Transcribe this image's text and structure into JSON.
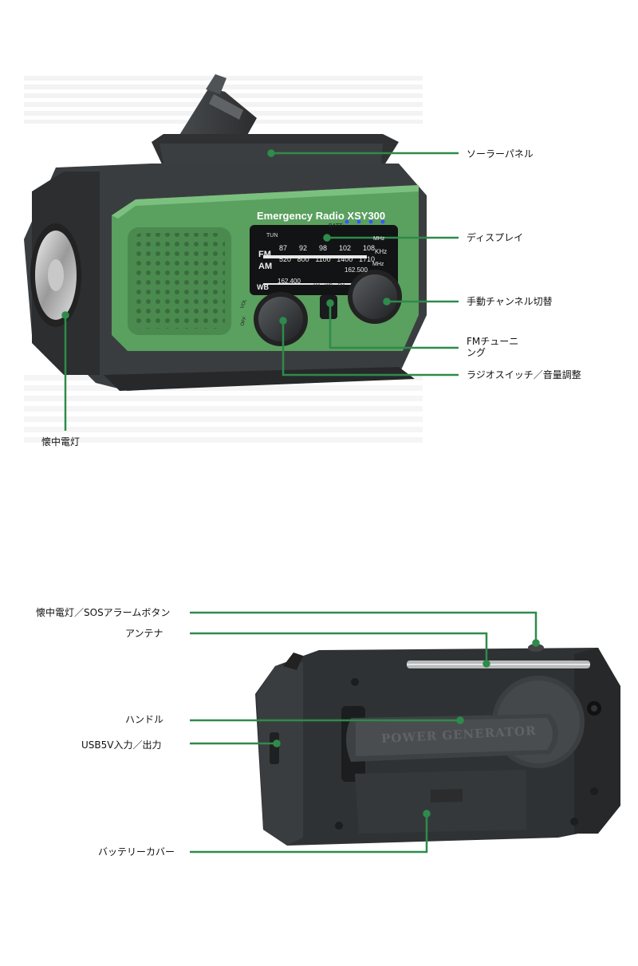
{
  "radio": {
    "brand": "Emergency Radio XSY300",
    "tun": "TUN",
    "batt": "BATT",
    "fm": "FM",
    "am": "AM",
    "wb": "WB",
    "fm_scale": [
      "87",
      "92",
      "98",
      "102",
      "108"
    ],
    "am_scale": [
      "520",
      "800",
      "1100",
      "1400",
      "1710"
    ],
    "fm_unit": "MHz",
    "am_unit": "KHz",
    "wb_low": "162.400",
    "wb_high": "162.500",
    "wb_unit": "MHz",
    "band_labels": [
      "AM",
      "WB",
      "FM"
    ],
    "off_label": "OFF",
    "vol_label": "VOL"
  },
  "back": {
    "power_generator": "POWER GENERATOR"
  },
  "callouts_top": {
    "solar": "ソーラーパネル",
    "display": "ディスプレイ",
    "manual_channel": "手動チャンネル切替",
    "fm_tuning_line1": "FMチューニ",
    "fm_tuning_line2": "ング",
    "radio_switch": "ラジオスイッチ／音量調整",
    "flashlight": "懐中電灯"
  },
  "callouts_bottom": {
    "sos": "懐中電灯／SOSアラームボタン",
    "antenna": "アンテナ",
    "handle": "ハンドル",
    "usb": "USB5V入力／出力",
    "battery_cover": "バッテリーカバー"
  },
  "colors": {
    "accent_line": "#2e8b4a",
    "body_green": "#5aa05f",
    "body_dark": "#3a3d40"
  }
}
